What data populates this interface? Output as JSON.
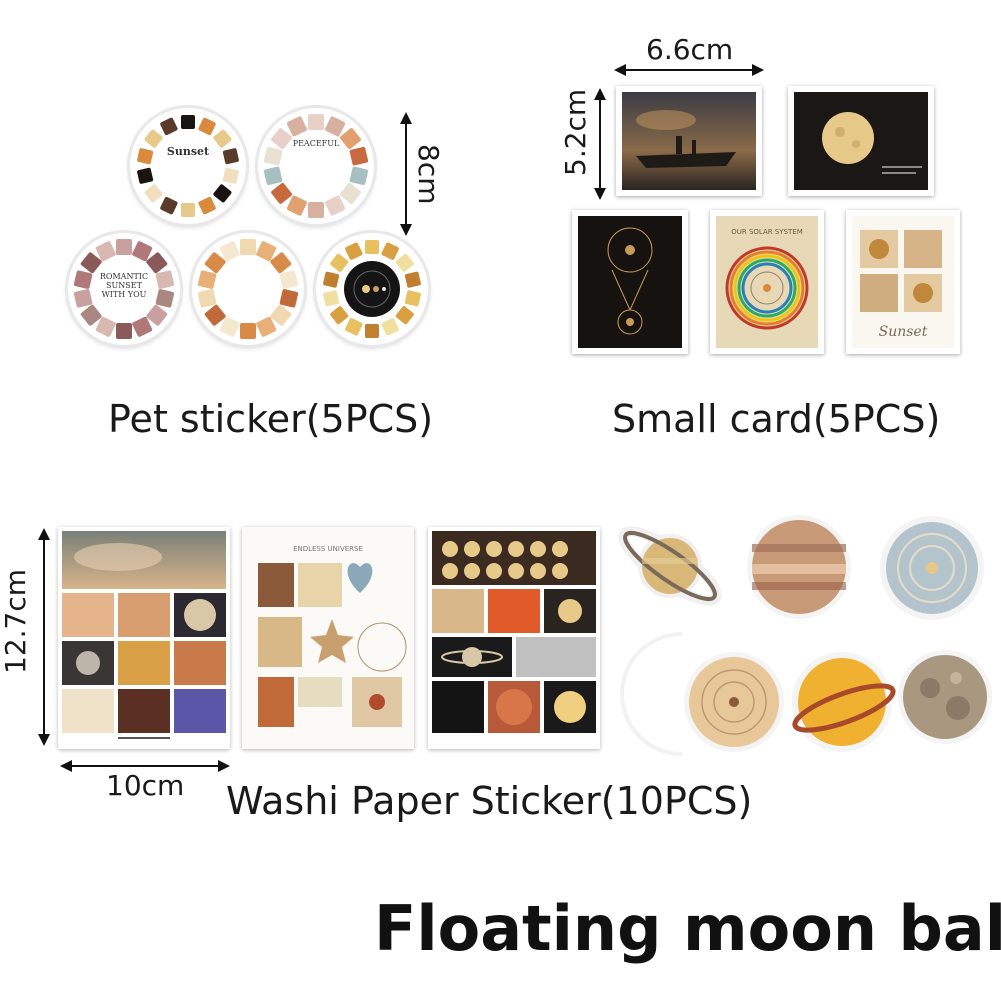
{
  "sections": {
    "pet_sticker": "Pet sticker(5PCS)",
    "small_card": "Small card(5PCS)",
    "washi_sticker": "Washi Paper Sticker(10PCS)"
  },
  "dimensions": {
    "pet_height": "8cm",
    "card_width": "6.6cm",
    "card_height": "5.2cm",
    "washi_height": "12.7cm",
    "washi_width": "10cm"
  },
  "product_title": "Floating moon ball",
  "sticker_texts": {
    "sunset_set": "Sunset",
    "peaceful": "PEACEFUL",
    "romantic": "ROMANTIC SUNSET WITH YOU"
  },
  "card_texts": {
    "solar_system": "OUR SOLAR SYSTEM",
    "sunset_script": "Sunset"
  },
  "washi_texts": {
    "endless_universe": "ENDLESS UNIVERSE"
  },
  "colors": {
    "warm_orange": "#d98a3c",
    "sand": "#e8d2a6",
    "dusk_brown": "#5a3a28",
    "night": "#1c1814",
    "moon": "#e7c98a"
  }
}
